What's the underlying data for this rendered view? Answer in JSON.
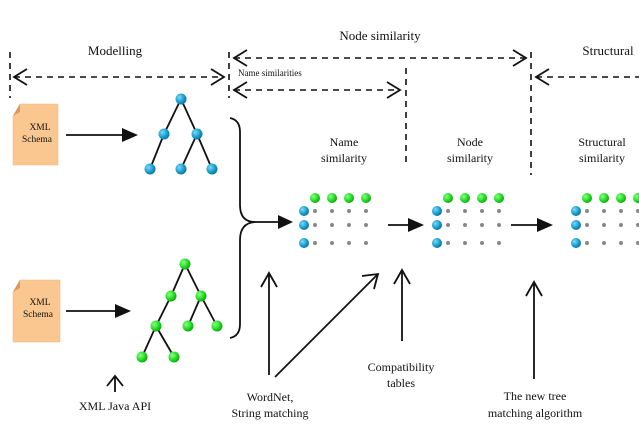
{
  "diagram": {
    "phases": {
      "modelling": "Modelling",
      "node_similarity": "Node similarity",
      "structural": "Structural",
      "name_similarities": "Name similarities"
    },
    "inputs": [
      {
        "label_line1": "XML",
        "label_line2": "Schema"
      },
      {
        "label_line1": "XML",
        "label_line2": "Schema"
      }
    ],
    "stages": [
      {
        "line1": "Name",
        "line2": "similarity"
      },
      {
        "line1": "Node",
        "line2": "similarity"
      },
      {
        "line1": "Structural",
        "line2": "similarity"
      }
    ],
    "sources": {
      "xml_java_api": "XML Java API",
      "wordnet_line1": "WordNet,",
      "wordnet_line2": "String matching",
      "compat_line1": "Compatibility",
      "compat_line2": "tables",
      "algo_line1": "The new tree",
      "algo_line2": "matching algorithm"
    },
    "colors": {
      "tree1_node": "#1aa3d1",
      "tree2_node": "#22dd22",
      "matrix_dot": "#888888",
      "document": "#fbc790"
    },
    "matrix": {
      "rows": 3,
      "cols": 4
    }
  }
}
